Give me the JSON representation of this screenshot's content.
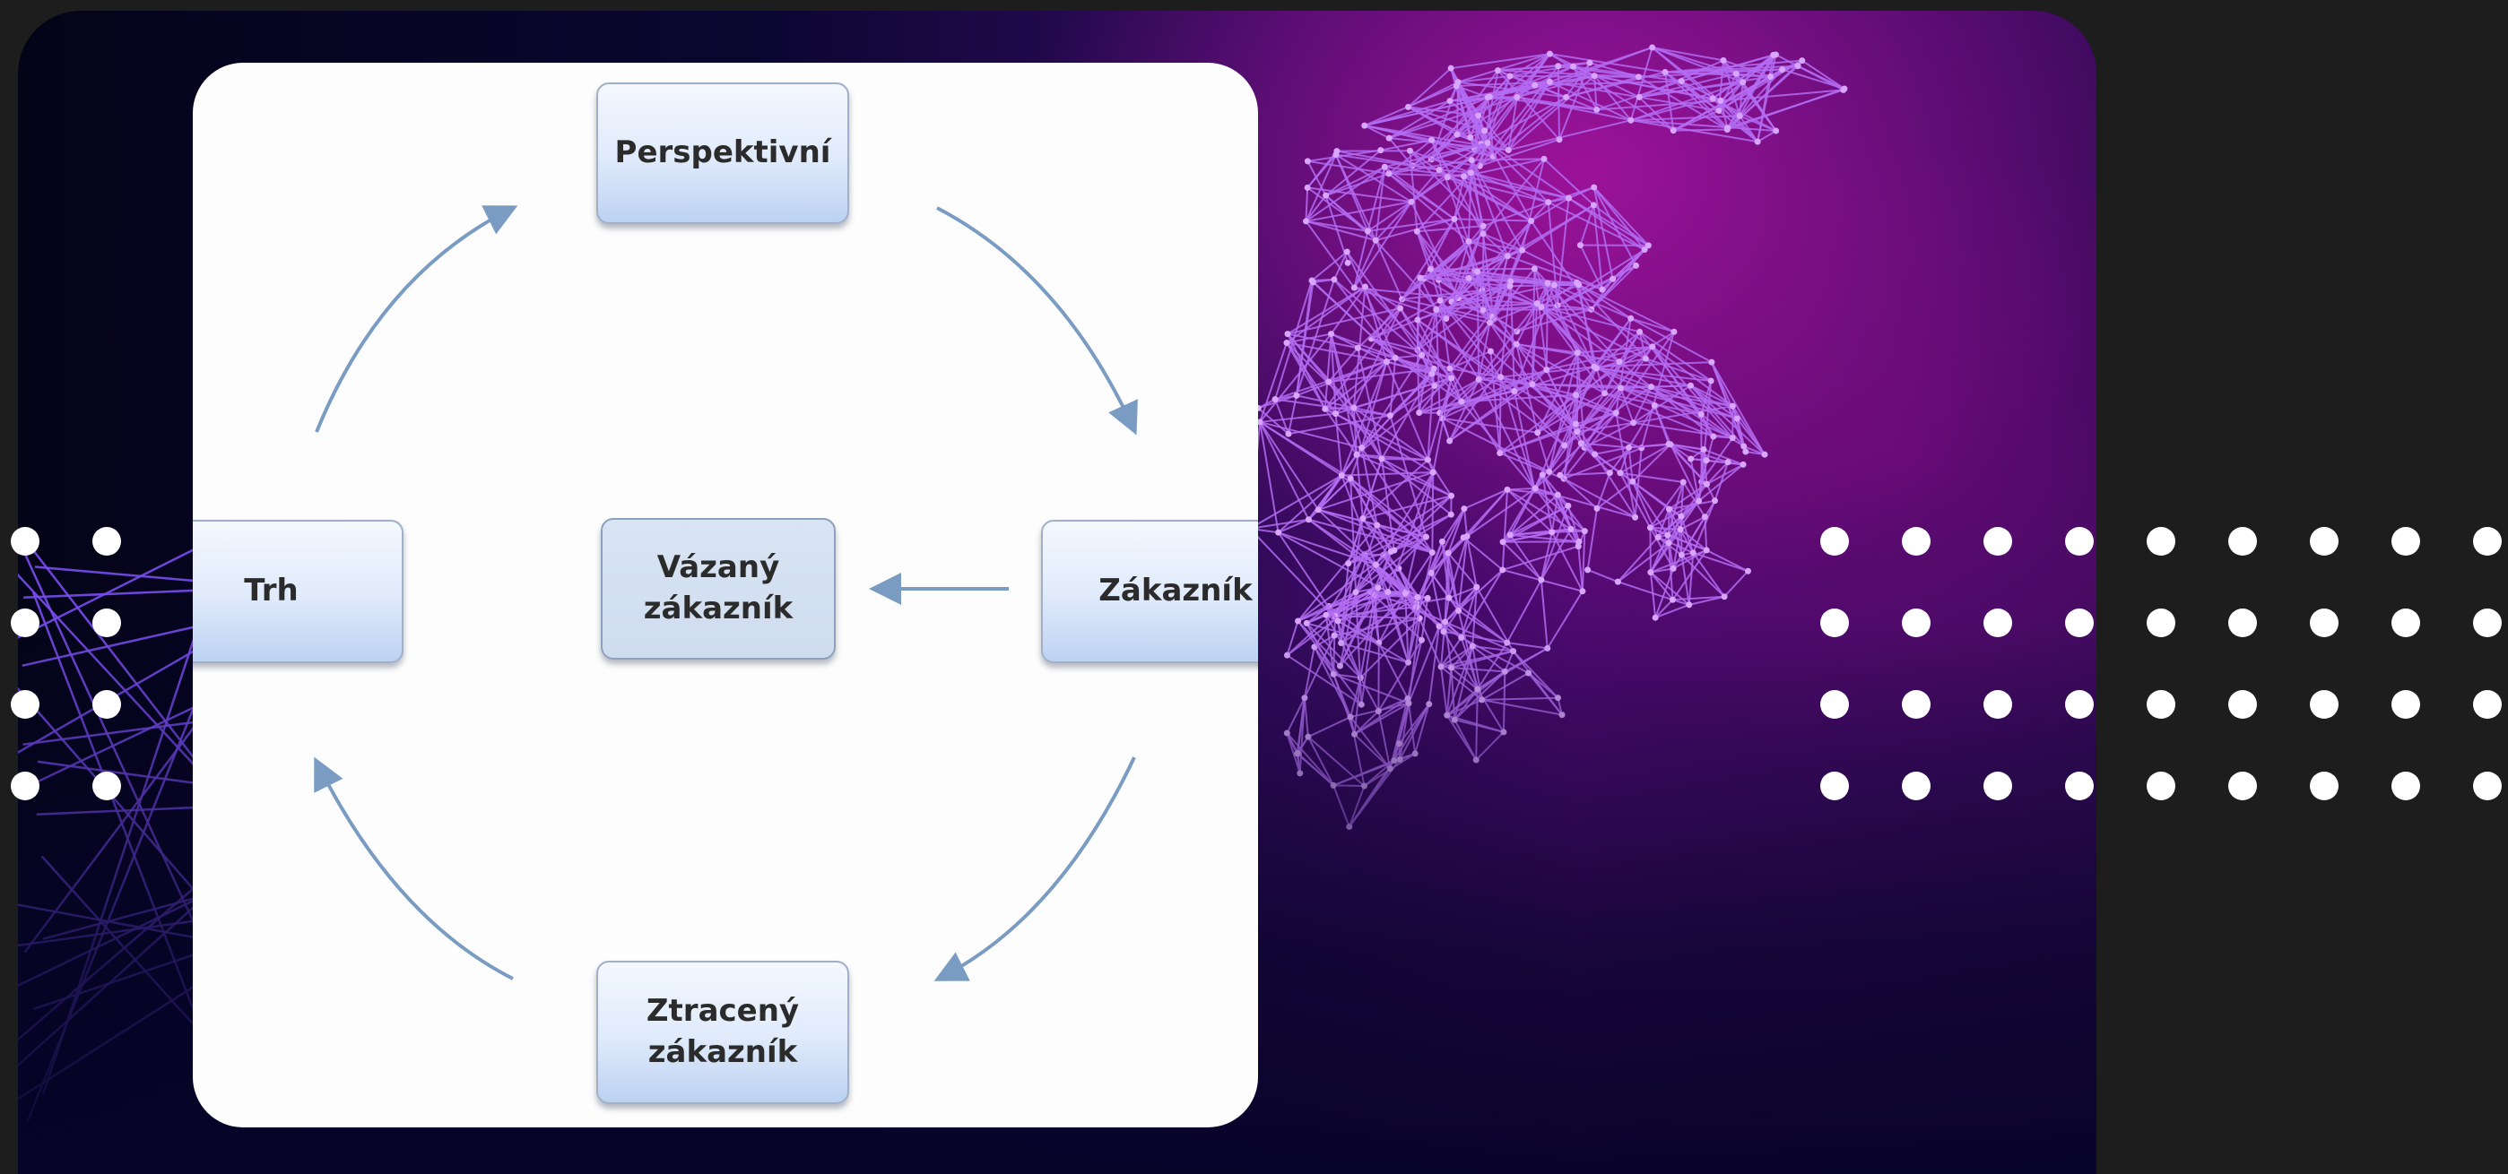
{
  "diagram": {
    "nodes": {
      "top": "Perspektivní",
      "right": "Zákazník",
      "bottom": "Ztracený\nzákazník",
      "left": "Trh",
      "center": "Vázaný\nzákazník"
    },
    "edges": [
      {
        "from": "left",
        "to": "top"
      },
      {
        "from": "top",
        "to": "right"
      },
      {
        "from": "right",
        "to": "bottom"
      },
      {
        "from": "bottom",
        "to": "left"
      },
      {
        "from": "right",
        "to": "center"
      }
    ]
  },
  "colors": {
    "page_background": "#1d1d1d",
    "hero_dark": "#0a0630",
    "hero_magenta": "#7a0a8a",
    "mesh_line": "#b36cf2",
    "arrow": "#7a9cc2",
    "dot": "#ffffff"
  },
  "decor": {
    "left_dot_grid": {
      "rows": 4,
      "cols": 2
    },
    "right_dot_grid": {
      "rows": 4,
      "cols": 9
    },
    "hand_image": "wireframe-hand"
  }
}
